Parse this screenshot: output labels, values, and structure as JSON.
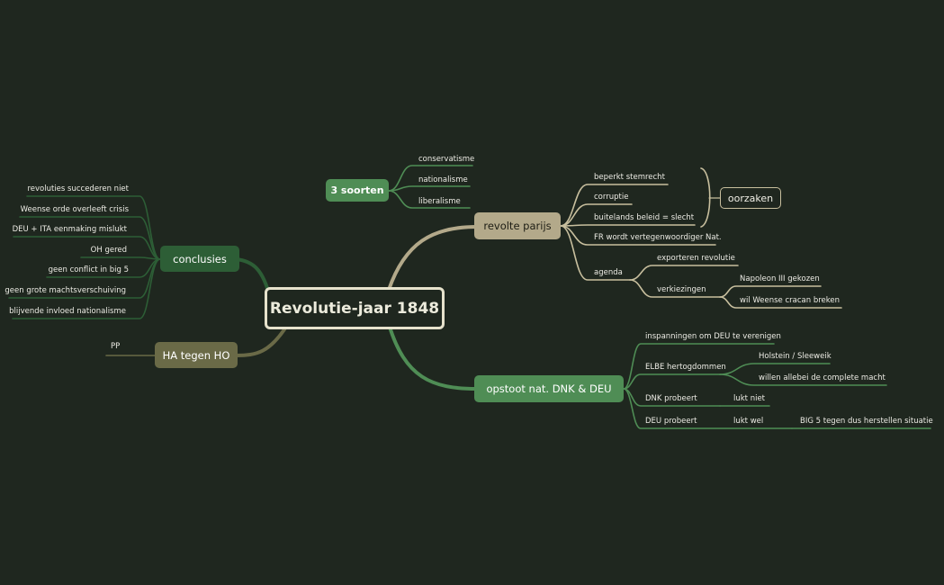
{
  "central": {
    "label": "Revolutie-jaar 1848"
  },
  "colors": {
    "background": "#1f271f",
    "central_border": "#e6e2cc",
    "revolte": "#b3a98a",
    "opstoot": "#4f8d55",
    "conclusies": "#2d5e36",
    "ha_ho": "#6a6a47",
    "soorten": "#4f8d55"
  },
  "soorten": {
    "label": "3 soorten",
    "children": [
      "conservatisme",
      "nationalisme",
      "liberalisme"
    ]
  },
  "revolte": {
    "label": "revolte parijs",
    "children": [
      "beperkt stemrecht",
      "corruptie",
      "buitelands beleid = slecht",
      "FR wordt vertegenwoordiger Nat.",
      "agenda"
    ],
    "summary": "oorzaken",
    "agenda": [
      "exporteren revolutie",
      "verkiezingen"
    ],
    "verkiezingen": [
      "Napoleon III gekozen",
      "wil Weense cracan breken"
    ]
  },
  "opstoot": {
    "label": "opstoot nat. DNK & DEU",
    "children": [
      "inspanningen om DEU te verenigen",
      "ELBE hertogdommen",
      "DNK probeert",
      "DEU probeert"
    ],
    "elbe": [
      "Holstein / Sleeweik",
      "willen allebei de complete macht"
    ],
    "dnk": [
      "lukt niet"
    ],
    "deu": [
      "lukt wel"
    ],
    "deu_sub": [
      "BIG 5 tegen dus herstellen situatie"
    ]
  },
  "conclusies": {
    "label": "conclusies",
    "children": [
      "revoluties succederen niet",
      "Weense orde overleeft crisis",
      "DEU + ITA eenmaking mislukt",
      "OH gered",
      "geen conflict in big 5",
      "geen grote machtsverschuiving",
      "blijvende invloed nationalisme"
    ]
  },
  "ha_ho": {
    "label": "HA tegen HO",
    "children": [
      "PP"
    ]
  }
}
